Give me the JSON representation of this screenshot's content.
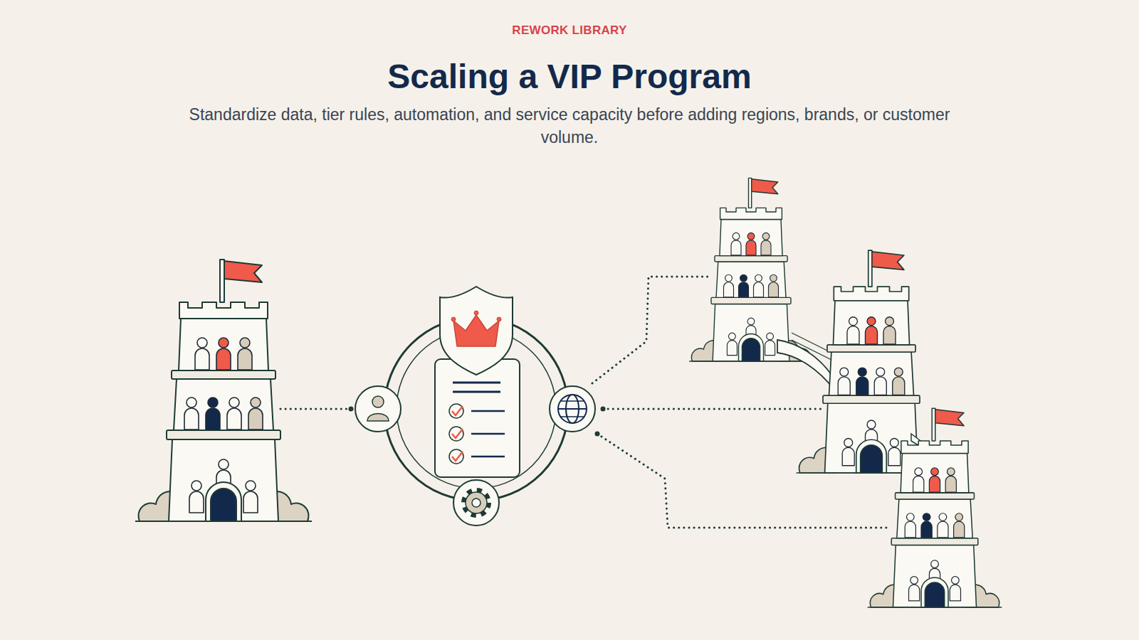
{
  "diagram": {
    "title": "Scaling a VIP Program",
    "caption": "Standardize data, tier rules, automation, and service capacity before adding regions, brands, or customer volume.",
    "labels": [
      "REWORK LIBRARY"
    ]
  }
}
